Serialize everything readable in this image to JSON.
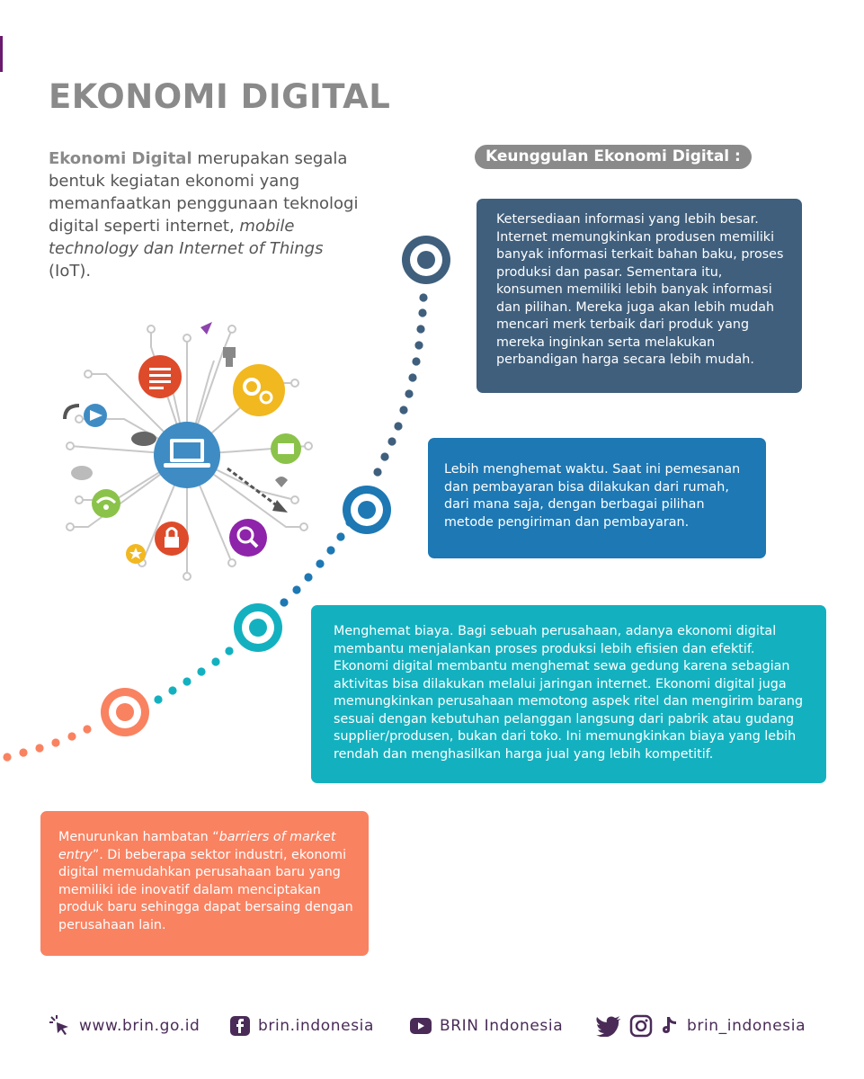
{
  "title": "EKONOMI DIGITAL",
  "intro": {
    "term": "Ekonomi Digital",
    "text": " merupakan segala bentuk kegiatan ekonomi yang memanfaatkan penggunaan teknologi digital seperti internet, ",
    "italic": "mobile technology dan Internet of Things",
    "end": " (IoT)."
  },
  "advantages_label": "Keunggulan Ekonomi Digital :",
  "advantages": [
    {
      "text": "Ketersediaan informasi yang lebih besar. Internet memungkinkan produsen memiliki banyak informasi terkait bahan baku, proses produksi dan pasar. Sementara itu, konsumen memiliki lebih banyak informasi dan pilihan. Mereka juga akan lebih mudah mencari merk terbaik dari produk yang mereka inginkan serta melakukan perbandigan harga secara lebih mudah.",
      "color": "#3f5f7d"
    },
    {
      "text": "Lebih menghemat waktu. Saat ini pemesanan dan pembayaran bisa dilakukan dari rumah, dari mana saja, dengan berbagai pilihan metode pengiriman dan pembayaran.",
      "color": "#1d78b4"
    },
    {
      "text": "Menghemat biaya. Bagi sebuah perusahaan, adanya ekonomi digital membantu menjalankan proses produksi lebih efisien dan efektif. Ekonomi digital membantu menghemat sewa gedung karena sebagian aktivitas bisa dilakukan melalui jaringan internet. Ekonomi digital juga memungkinkan perusahaan memotong aspek ritel dan mengirim barang sesuai dengan kebutuhan pelanggan langsung dari pabrik atau gudang supplier/produsen, bukan dari toko. Ini memungkinkan biaya yang lebih rendah dan menghasilkan harga jual yang lebih kompetitif.",
      "color": "#13b1c0"
    },
    {
      "text_before": "Menurunkan hambatan “",
      "text_italic": "barriers of market entry",
      "text_after": "”. Di beberapa sektor industri, ekonomi digital memudahkan perusahaan baru yang memiliki ide inovatif dalam menciptakan produk baru sehingga dapat bersaing dengan perusahaan lain.",
      "color": "#f98261"
    }
  ],
  "footer": {
    "website": "www.brin.go.id",
    "facebook": "brin.indonesia",
    "youtube": "BRIN Indonesia",
    "social": "brin_indonesia"
  },
  "colors": {
    "title_gray": "#8a8a8a",
    "dark_blue": "#3f5f7d",
    "blue": "#1d78b4",
    "teal": "#13b1c0",
    "coral": "#f98261",
    "footer_purple": "#4a2b58"
  }
}
